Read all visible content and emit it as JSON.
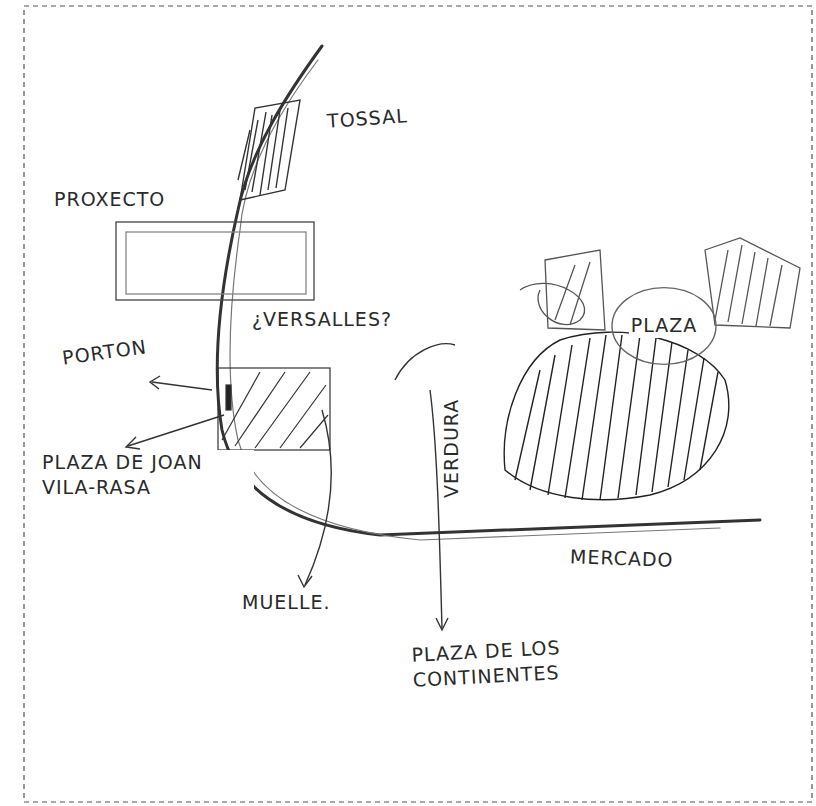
{
  "diagram": {
    "nodes": [
      {
        "text": [
          "PROXECTO"
        ]
      },
      {
        "text": [
          "¿VERSALLES?"
        ]
      },
      {
        "text": [
          "PLAZA"
        ]
      }
    ],
    "labels": [
      "TOSSAL",
      "PORTON",
      "PLAZA DE JOAN VILA-RASA",
      "MUELLE.",
      "PLAZA DE LOS CONTINENTES",
      "VERDURA",
      "MERCADO"
    ]
  }
}
